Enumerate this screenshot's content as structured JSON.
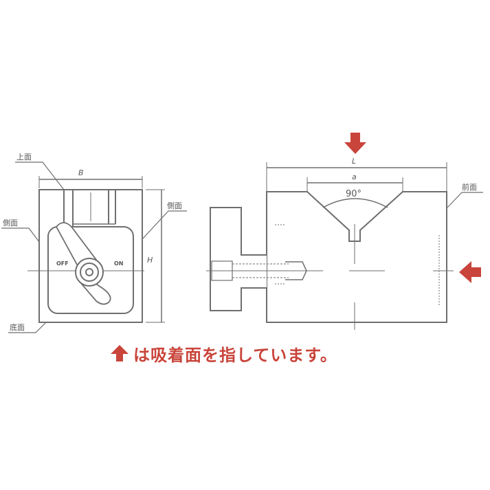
{
  "diagram": {
    "title": "Magnetic V-block dimension drawing",
    "left_view": {
      "labels": {
        "top_face": "上面",
        "side_face_left": "側面",
        "side_face_right": "側面",
        "back_face": "底面"
      },
      "dimensions": {
        "width": "B",
        "height": "H"
      },
      "switch": {
        "off_label": "OFF",
        "on_label": "ON"
      }
    },
    "right_view": {
      "labels": {
        "front_face": "前面"
      },
      "dimensions": {
        "length": "L",
        "v_width": "a",
        "v_angle": "90°"
      }
    },
    "caption": {
      "text": "は吸着面を指しています。"
    },
    "colors": {
      "arrow": "#c9443a",
      "line": "#6e6e6e",
      "background": "#ffffff"
    }
  }
}
